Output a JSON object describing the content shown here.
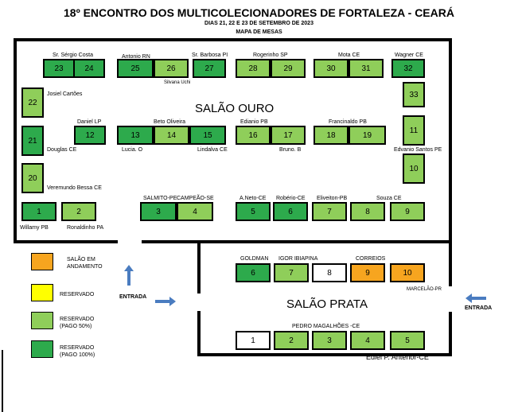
{
  "header": {
    "title": "18º ENCONTRO DOS MULTICOLECIONADORES DE FORTALEZA - CEARÁ",
    "dates": "DIAS 21, 22 E 23 DE SETEMBRO DE 2023",
    "map_label": "MAPA DE MESAS"
  },
  "halls": {
    "ouro": "SALÃO OURO",
    "prata": "SALÃO PRATA"
  },
  "entrances": {
    "left": "ENTRADA",
    "right": "ENTRADA"
  },
  "ouro_tables": [
    {
      "n": "23",
      "s": "g"
    },
    {
      "n": "24",
      "s": "g"
    },
    {
      "n": "25",
      "s": "g"
    },
    {
      "n": "26",
      "s": "l"
    },
    {
      "n": "27",
      "s": "g"
    },
    {
      "n": "28",
      "s": "l"
    },
    {
      "n": "29",
      "s": "l"
    },
    {
      "n": "30",
      "s": "l"
    },
    {
      "n": "31",
      "s": "l"
    },
    {
      "n": "32",
      "s": "g"
    },
    {
      "n": "33",
      "s": "l"
    },
    {
      "n": "22",
      "s": "l"
    },
    {
      "n": "21",
      "s": "g"
    },
    {
      "n": "20",
      "s": "l"
    },
    {
      "n": "11",
      "s": "l"
    },
    {
      "n": "10",
      "s": "l"
    },
    {
      "n": "12",
      "s": "g"
    },
    {
      "n": "13",
      "s": "g"
    },
    {
      "n": "14",
      "s": "l"
    },
    {
      "n": "15",
      "s": "g"
    },
    {
      "n": "16",
      "s": "l"
    },
    {
      "n": "17",
      "s": "l"
    },
    {
      "n": "18",
      "s": "l"
    },
    {
      "n": "19",
      "s": "l"
    },
    {
      "n": "1",
      "s": "g"
    },
    {
      "n": "2",
      "s": "l"
    },
    {
      "n": "3",
      "s": "g"
    },
    {
      "n": "4",
      "s": "l"
    },
    {
      "n": "5",
      "s": "g"
    },
    {
      "n": "6",
      "s": "g"
    },
    {
      "n": "7",
      "s": "l"
    },
    {
      "n": "8",
      "s": "l"
    },
    {
      "n": "9",
      "s": "l"
    }
  ],
  "prata_tables": [
    {
      "n": "6",
      "s": "g"
    },
    {
      "n": "7",
      "s": "l"
    },
    {
      "n": "8",
      "s": "w"
    },
    {
      "n": "9",
      "s": "o"
    },
    {
      "n": "10",
      "s": "o"
    },
    {
      "n": "1",
      "s": "w"
    },
    {
      "n": "2",
      "s": "l"
    },
    {
      "n": "3",
      "s": "l"
    },
    {
      "n": "4",
      "s": "l"
    },
    {
      "n": "5",
      "s": "l"
    }
  ],
  "ouro_names": [
    "Sr. Sérgio Costa",
    "Antonio RN",
    "Silvana Uchi",
    "Sr. Barbosa PI",
    "Rogerinho SP",
    "Mota CE",
    "Wagner CE",
    "Josiel Cartões",
    "Douglas CE",
    "Veremundo Bessa CE",
    "Willamy PB",
    "Ronaldinho PA",
    "Daniel LP",
    "Lucia. O",
    "Beto Oliveira",
    "Lindalva CE",
    "Edianio PB",
    "Bruno. B",
    "Francinaldo PB",
    "Edvanio Santos PE",
    "SALMITO-PE",
    "CAMPEÃO-SE",
    "A.Neto-CE",
    "Robério-CE",
    "Eliveiton-PB",
    "Souza CE"
  ],
  "prata_names": [
    "GOLDMAN",
    "IGOR IBIAPINA",
    "CORREIOS",
    "MARCELÃO-PR",
    "PEDRO MAGALHÕES -CE",
    "Ediel P. Antenor-CE"
  ],
  "legend": [
    {
      "label": "SALÃO EM ANDAMENTO",
      "color": "#f7a51f"
    },
    {
      "label": "RESERVADO",
      "color": "#ffff00"
    },
    {
      "label": "RESERVADO (PAGO 50%)",
      "color": "#8fce5a"
    },
    {
      "label": "RESERVADO (PAGO 100%)",
      "color": "#2daa4c"
    }
  ],
  "colors": {
    "paid_100": "#2daa4c",
    "paid_50": "#8fce5a",
    "in_progress": "#f7a51f",
    "reserved": "#ffff00",
    "arrow": "#4a7cc0"
  }
}
